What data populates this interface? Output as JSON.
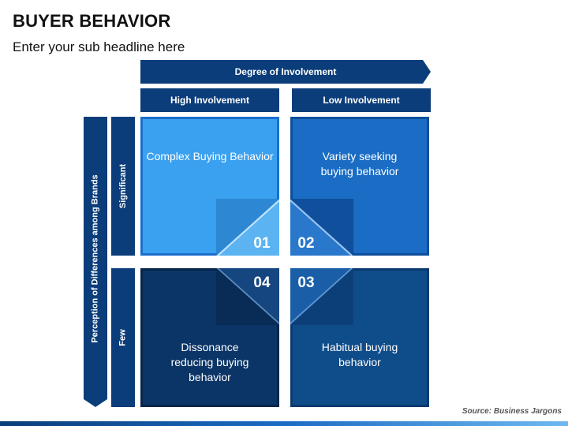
{
  "title": "BUYER BEHAVIOR",
  "subtitle": "Enter your sub headline here",
  "x_axis": {
    "label": "Degree of Involvement",
    "columns": [
      "High Involvement",
      "Low Involvement"
    ]
  },
  "y_axis": {
    "label": "Perception of Differences among Brands",
    "rows": [
      "Significant",
      "Few"
    ]
  },
  "quadrants": [
    {
      "number": "01",
      "label": "Complex Buying Behavior",
      "color": "#3aa0f0"
    },
    {
      "number": "02",
      "label": "Variety seeking buying behavior",
      "color": "#1a6cc4"
    },
    {
      "number": "03",
      "label": "Habitual buying behavior",
      "color": "#0f4c8a"
    },
    {
      "number": "04",
      "label": "Dissonance reducing buying behavior",
      "color": "#0b3566"
    }
  ],
  "source": "Source: Business Jargons",
  "colors": {
    "dark_navy": "#0b3d7a",
    "accent_light": "#3aa0f0"
  }
}
